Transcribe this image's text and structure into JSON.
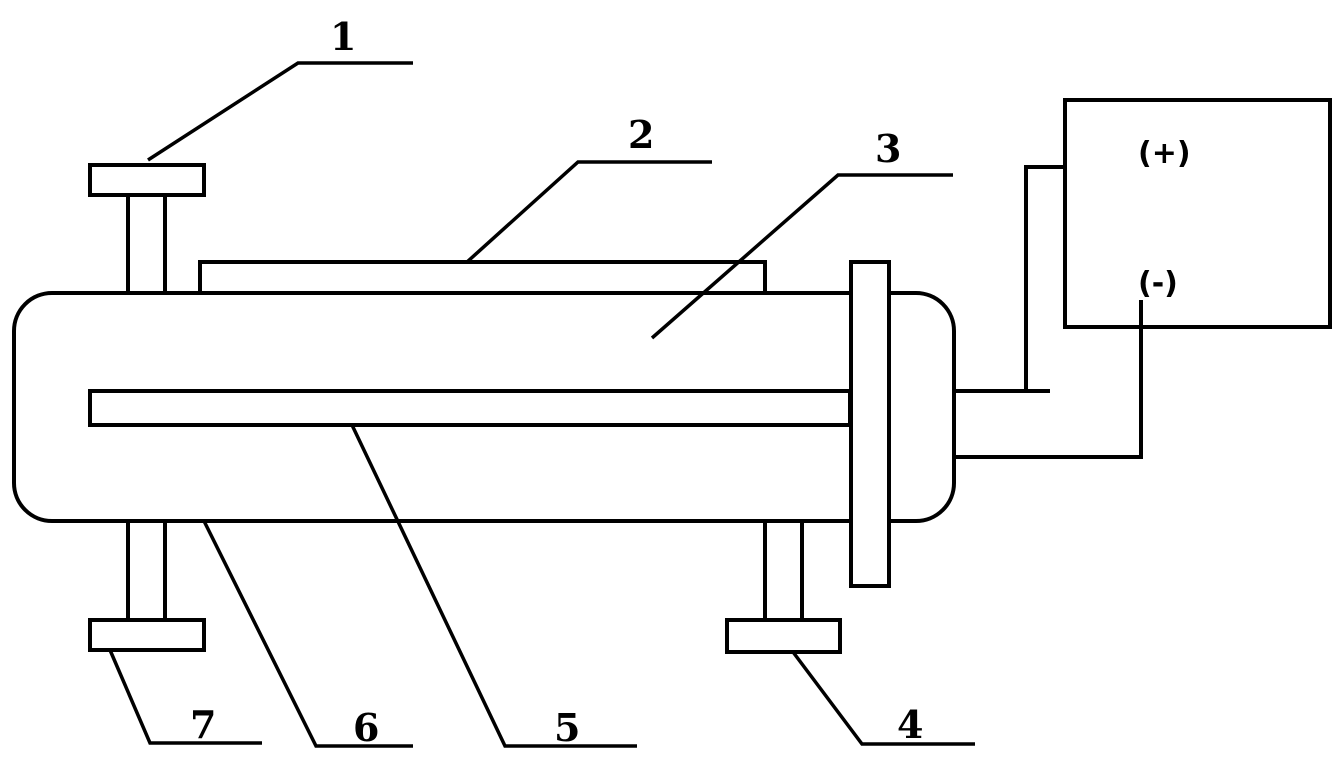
{
  "callouts": {
    "c1": "1",
    "c2": "2",
    "c3": "3",
    "c4": "4",
    "c5": "5",
    "c6": "6",
    "c7": "7"
  },
  "power_supply": {
    "positive": "(+)",
    "negative": "(-)"
  },
  "colors": {
    "line": "#000000",
    "background": "#ffffff"
  }
}
